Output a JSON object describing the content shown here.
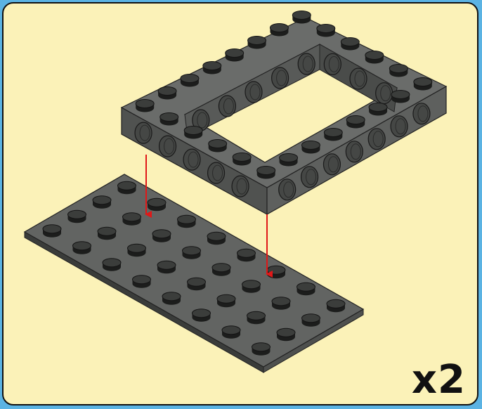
{
  "step": {
    "multiplier": "x2"
  },
  "colors": {
    "background_frame": "#5bb3e3",
    "panel": "#fbf2b8",
    "brick": "#5f615f",
    "arrow": "#e01818"
  },
  "parts": {
    "frame_brick": "dark-gray-technic-open-frame-brick",
    "base_plate": "dark-gray-4x8-plate"
  }
}
